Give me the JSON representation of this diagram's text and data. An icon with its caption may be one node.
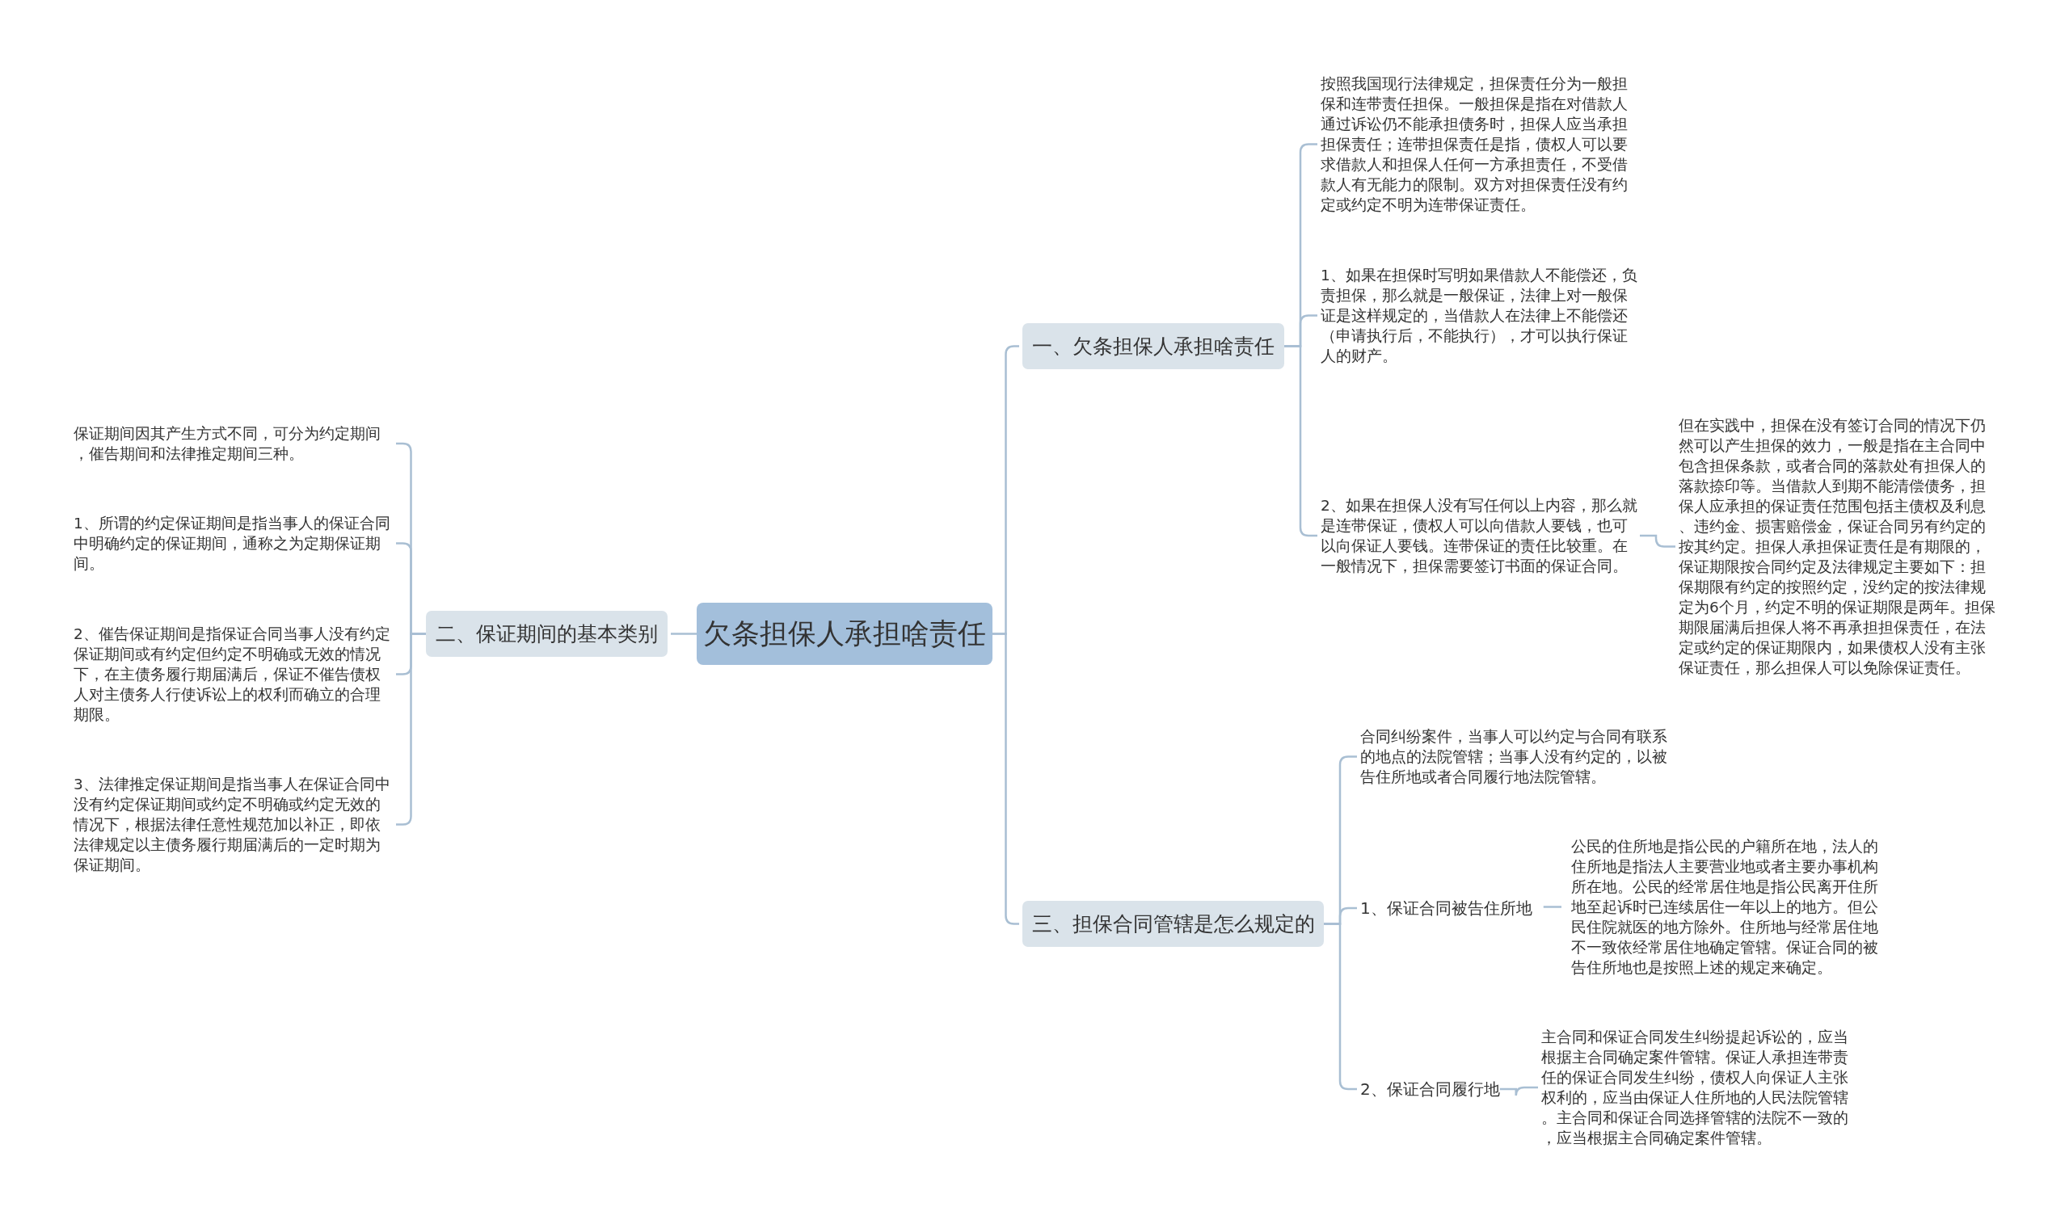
{
  "diagram": {
    "nodes": [
      {
        "text": [
          "欠条担保人承担啥责任"
        ]
      },
      {
        "text": [
          "一、欠条担保人承担啥责任"
        ]
      },
      {
        "text": [
          "按照我国现行法律规定，担保责任分为一般担保和连带责任担保。一般担保是指在对借款人通过诉讼仍不能承担债务时，担保人应当承担担保责任；连带担保责任是指，债权人可以要求借款人和担保人任何一方承担责任，不受借款人有无能力的限制。双方对担保责任没有约定或约定不明为连带保证责任。"
        ]
      },
      {
        "text": [
          "1、如果在担保时写明如果借款人不能偿还，负责担保，那么就是一般保证，法律上对一般保证是这样规定的，当借款人在法律上不能偿还（申请执行后，不能执行），才可以执行保证人的财产。"
        ]
      },
      {
        "text": [
          "2、如果在担保人没有写任何以上内容，那么就是连带保证，债权人可以向借款人要钱，也可以向保证人要钱。连带保证的责任比较重。在一般情况下，担保需要签订书面的保证合同。"
        ]
      },
      {
        "text": [
          "但在实践中，担保在没有签订合同的情况下仍然可以产生担保的效力，一般是指在主合同中包含担保条款，或者合同的落款处有担保人的落款捺印等。当借款人到期不能清偿债务，担保人应承担的保证责任范围包括主债权及利息、违约金、损害赔偿金，保证合同另有约定的按其约定。担保人承担保证责任是有期限的，保证期限按合同约定及法律规定主要如下：担保期限有约定的按照约定，没约定的按法律规定为6个月，约定不明的保证期限是两年。担保期限届满后担保人将不再承担担保责任，在法定或约定的保证期限内，如果债权人没有主张保证责任，那么担保人可以免除保证责任。"
        ]
      },
      {
        "text": [
          "二、保证期间的基本类别"
        ]
      },
      {
        "text": [
          "保证期间因其产生方式不同，可分为约定期间，催告期间和法律推定期间三种。"
        ]
      },
      {
        "text": [
          "1、所谓的约定保证期间是指当事人的保证合同中明确约定的保证期间，通称之为定期保证期间。"
        ]
      },
      {
        "text": [
          "2、催告保证期间是指保证合同当事人没有约定保证期间或有约定但约定不明确或无效的情况下，在主债务履行期届满后，保证不催告债权人对主债务人行使诉讼上的权利而确立的合理期限。"
        ]
      },
      {
        "text": [
          "3、法律推定保证期间是指当事人在保证合同中没有约定保证期间或约定不明确或约定无效的情况下，根据法律任意性规范加以补正，即依法律规定以主债务履行期届满后的一定时期为保证期间。"
        ]
      },
      {
        "text": [
          "三、担保合同管辖是怎么规定的"
        ]
      },
      {
        "text": [
          "合同纠纷案件，当事人可以约定与合同有联系的地点的法院管辖；当事人没有约定的，以被告住所地或者合同履行地法院管辖。"
        ]
      },
      {
        "text": [
          "1、保证合同被告住所地"
        ]
      },
      {
        "text": [
          "公民的住所地是指公民的户籍所在地，法人的住所地是指法人主要营业地或者主要办事机构所在地。公民的经常居住地是指公民离开住所地至起诉时已连续居住一年以上的地方。但公民住院就医的地方除外。住所地与经常居住地不一致依经常居住地确定管辖。保证合同的被告住所地也是按照上述的规定来确定。"
        ]
      },
      {
        "text": [
          "2、保证合同履行地"
        ]
      },
      {
        "text": [
          "主合同和保证合同发生纠纷提起诉讼的，应当根据主合同确定案件管辖。保证人承担连带责任的保证合同发生纠纷，债权人向保证人主张权利的，应当由保证人住所地的人民法院管辖。主合同和保证合同选择管辖的法院不一致的，应当根据主合同确定案件管辖。"
        ]
      }
    ],
    "edges": [
      {
        "from": 0,
        "to": 1,
        "arrow": "none"
      },
      {
        "from": 1,
        "to": 2,
        "arrow": "none"
      },
      {
        "from": 1,
        "to": 3,
        "arrow": "none"
      },
      {
        "from": 1,
        "to": 4,
        "arrow": "none"
      },
      {
        "from": 4,
        "to": 5,
        "arrow": "none"
      },
      {
        "from": 0,
        "to": 6,
        "arrow": "none"
      },
      {
        "from": 6,
        "to": 7,
        "arrow": "none"
      },
      {
        "from": 6,
        "to": 8,
        "arrow": "none"
      },
      {
        "from": 6,
        "to": 9,
        "arrow": "none"
      },
      {
        "from": 6,
        "to": 10,
        "arrow": "none"
      },
      {
        "from": 0,
        "to": 11,
        "arrow": "none"
      },
      {
        "from": 11,
        "to": 12,
        "arrow": "none"
      },
      {
        "from": 11,
        "to": 13,
        "arrow": "none"
      },
      {
        "from": 11,
        "to": 15,
        "arrow": "none"
      },
      {
        "from": 13,
        "to": 14,
        "arrow": "none"
      },
      {
        "from": 15,
        "to": 16,
        "arrow": "none"
      }
    ]
  }
}
